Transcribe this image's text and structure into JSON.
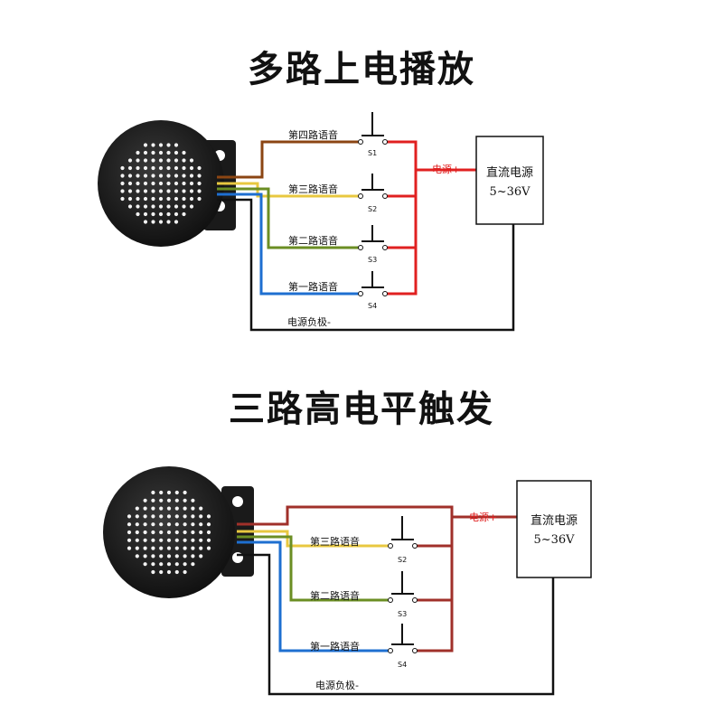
{
  "colors": {
    "brown": "#8B4513",
    "yellow": "#E8C840",
    "green": "#6B8E23",
    "blue": "#1E6FD0",
    "red": "#E02020",
    "darkred": "#A0302A",
    "black": "#111111"
  },
  "top": {
    "title": "多路上电播放",
    "voices": [
      "第四路语音",
      "第三路语音",
      "第二路语音",
      "第一路语音"
    ],
    "switches": [
      "S1",
      "S2",
      "S3",
      "S4"
    ],
    "power_positive": "电源+",
    "power_negative": "电源负极-",
    "psu_name": "直流电源",
    "psu_voltage": "5~36V"
  },
  "bottom": {
    "title": "三路高电平触发",
    "voices": [
      "第三路语音",
      "第二路语音",
      "第一路语音"
    ],
    "switches": [
      "S2",
      "S3",
      "S4"
    ],
    "power_positive": "电源+",
    "power_negative": "电源负极-",
    "psu_name": "直流电源",
    "psu_voltage": "5~36V"
  }
}
